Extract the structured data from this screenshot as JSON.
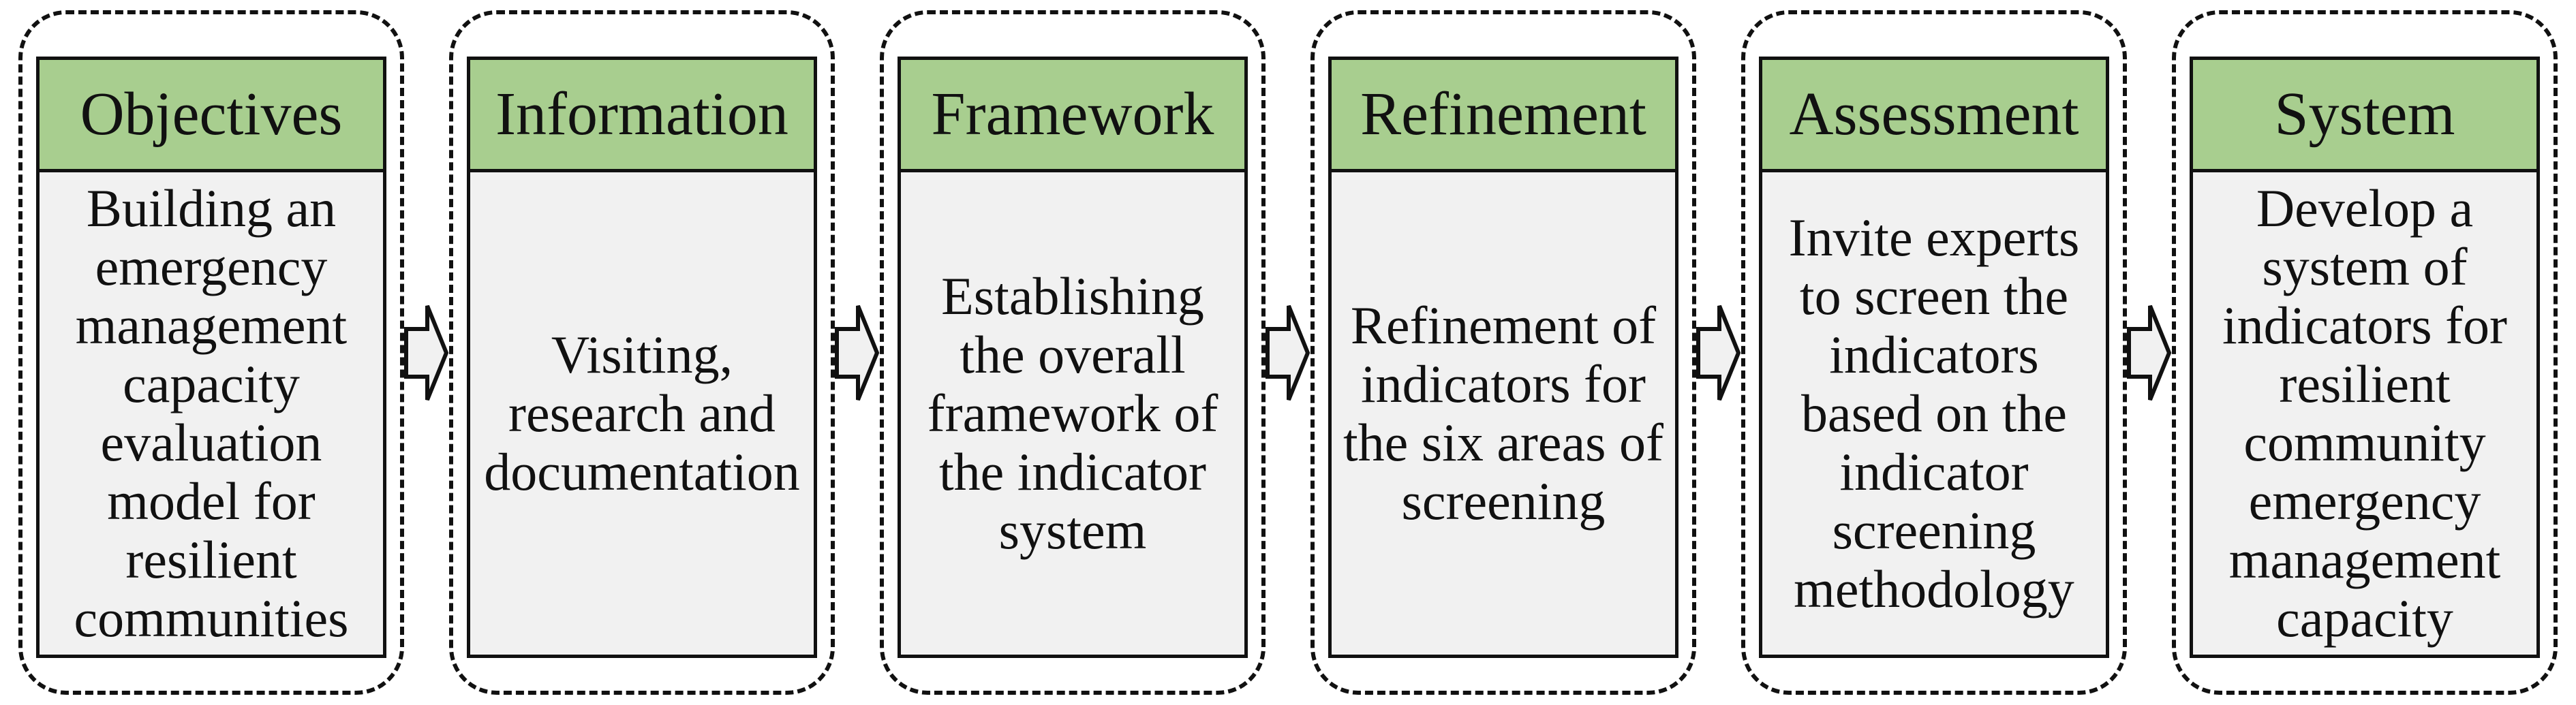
{
  "diagram": {
    "type": "horizontal-process-flow",
    "colors": {
      "header_bg": "#a8ce8f",
      "panel_bg": "#f1f1f1",
      "arrow_fill": "#f1f1f1",
      "line_color": "#111111"
    },
    "arrow_icon": "block-arrow-right",
    "modules": [
      {
        "title": "Objectives",
        "body": "Building an\nemergency\nmanagement\ncapacity\nevaluation\nmodel for\nresilient\ncommunities"
      },
      {
        "title": "Information",
        "body": "Visiting,\nresearch and\ndocumentation"
      },
      {
        "title": "Framework",
        "body": "Establishing\nthe overall\nframework of\nthe indicator\nsystem"
      },
      {
        "title": "Refinement",
        "body": "Refinement of\nindicators for\nthe six areas of\nscreening"
      },
      {
        "title": "Assessment",
        "body": "Invite experts\nto screen the\nindicators\nbased on the\nindicator\nscreening\nmethodology"
      },
      {
        "title": "System",
        "body": "Develop a\nsystem of\nindicators for\nresilient\ncommunity\nemergency\nmanagement\ncapacity"
      }
    ]
  }
}
